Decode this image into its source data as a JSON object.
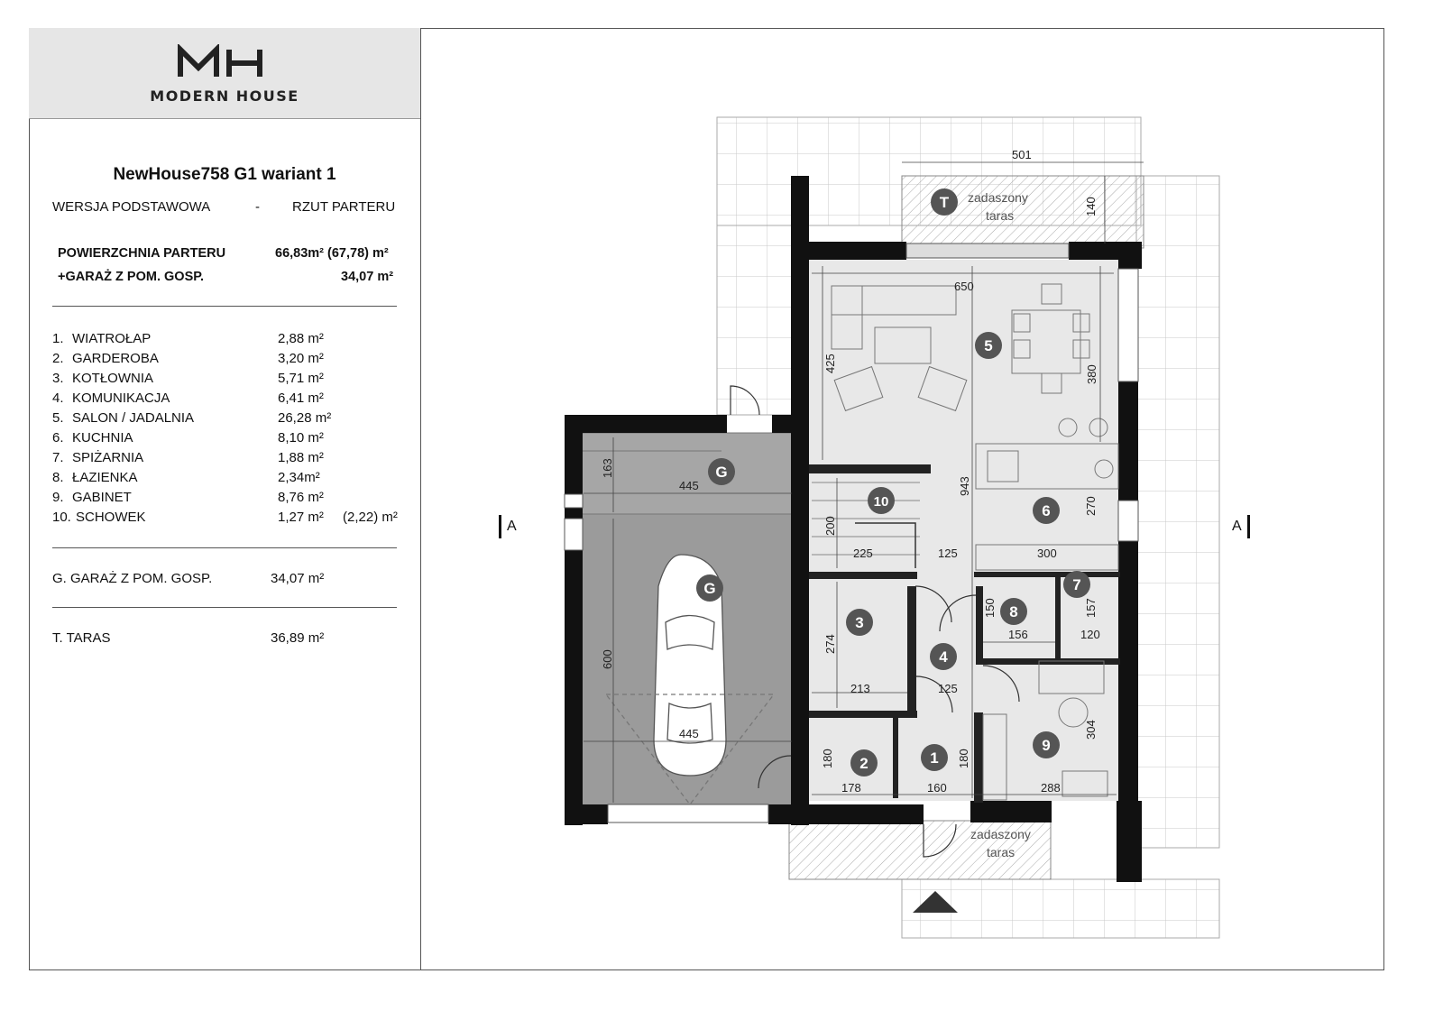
{
  "brand": {
    "logo_letters": "MH",
    "name": "MODERN HOUSE"
  },
  "project": {
    "title": "NewHouse758 G1 wariant 1",
    "version": "WERSJA  PODSTAWOWA",
    "separator": "-",
    "view": "RZUT PARTERU"
  },
  "areas": {
    "ground_label": "POWIERZCHNIA PARTERU",
    "ground_value": "66,83m²  (67,78) m²",
    "garage_label": "+GARAŻ Z POM. GOSP.",
    "garage_value": "34,07 m²"
  },
  "rooms": [
    {
      "num": "1.",
      "name": "WIATROŁAP",
      "area": "2,88 m²",
      "extra": ""
    },
    {
      "num": "2.",
      "name": "GARDEROBA",
      "area": "3,20 m²",
      "extra": ""
    },
    {
      "num": "3.",
      "name": "KOTŁOWNIA",
      "area": "5,71 m²",
      "extra": ""
    },
    {
      "num": "4.",
      "name": "KOMUNIKACJA",
      "area": "6,41 m²",
      "extra": ""
    },
    {
      "num": "5.",
      "name": "SALON / JADALNIA",
      "area": "26,28 m²",
      "extra": ""
    },
    {
      "num": "6.",
      "name": "KUCHNIA",
      "area": "8,10 m²",
      "extra": ""
    },
    {
      "num": "7.",
      "name": "SPIŻARNIA",
      "area": "1,88 m²",
      "extra": ""
    },
    {
      "num": "8.",
      "name": "ŁAZIENKA",
      "area": "2,34m²",
      "extra": ""
    },
    {
      "num": "9.",
      "name": "GABINET",
      "area": "8,76 m²",
      "extra": ""
    },
    {
      "num": "10.",
      "name": "SCHOWEK",
      "area": "1,27 m²",
      "extra": "(2,22) m²"
    }
  ],
  "garage_row": {
    "label": "G. GARAŻ Z POM. GOSP.",
    "area": "34,07 m²"
  },
  "terrace_row": {
    "label": "T.  TARAS",
    "area": "36,89 m²"
  },
  "plan": {
    "section_left": "A",
    "section_right": "A",
    "terrace_top": "zadaszony taras",
    "terrace_top_l1": "zadaszony",
    "terrace_top_l2": "taras",
    "terrace_bottom_l1": "zadaszony",
    "terrace_bottom_l2": "taras",
    "markers": [
      "T",
      "5",
      "G",
      "10",
      "6",
      "G",
      "3",
      "8",
      "7",
      "4",
      "9",
      "2",
      "1"
    ],
    "dims": [
      "501",
      "140",
      "650",
      "425",
      "380",
      "163",
      "445",
      "943",
      "270",
      "200",
      "225",
      "125",
      "300",
      "150",
      "157",
      "156",
      "120",
      "274",
      "213",
      "125",
      "600",
      "445",
      "304",
      "180",
      "180",
      "178",
      "160",
      "288"
    ]
  }
}
